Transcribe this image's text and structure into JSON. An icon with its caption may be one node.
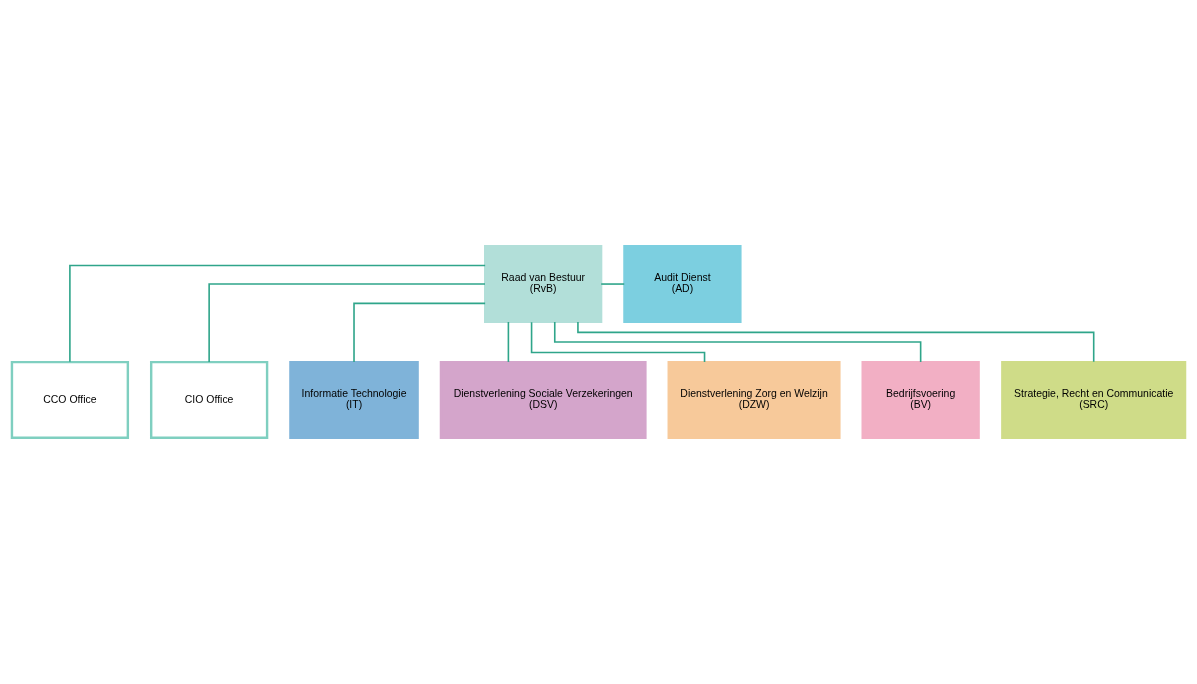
{
  "diagram": {
    "nodes": [
      {
        "text": [
          "Raad van Bestuur",
          "(RvB)"
        ]
      },
      {
        "text": [
          "Audit Dienst",
          "(AD)"
        ]
      },
      {
        "text": [
          "CCO Office"
        ]
      },
      {
        "text": [
          "CIO Office"
        ]
      },
      {
        "text": [
          "Informatie Technologie",
          "(IT)"
        ]
      },
      {
        "text": [
          "Dienstverlening Sociale Verzekeringen",
          "(DSV)"
        ]
      },
      {
        "text": [
          "Dienstverlening Zorg en Welzijn",
          "(DZW)"
        ]
      },
      {
        "text": [
          "Bedrijfsvoering",
          "(BV)"
        ]
      },
      {
        "text": [
          "Strategie, Recht en Communicatie",
          "(SRC)"
        ]
      }
    ],
    "edges": [
      {
        "from": 0,
        "to": 1,
        "arrow": "none"
      },
      {
        "from": 0,
        "to": 2,
        "arrow": "none"
      },
      {
        "from": 0,
        "to": 3,
        "arrow": "none"
      },
      {
        "from": 0,
        "to": 4,
        "arrow": "none"
      },
      {
        "from": 0,
        "to": 5,
        "arrow": "none"
      },
      {
        "from": 0,
        "to": 6,
        "arrow": "none"
      },
      {
        "from": 0,
        "to": 7,
        "arrow": "none"
      },
      {
        "from": 0,
        "to": 8,
        "arrow": "none"
      }
    ]
  }
}
